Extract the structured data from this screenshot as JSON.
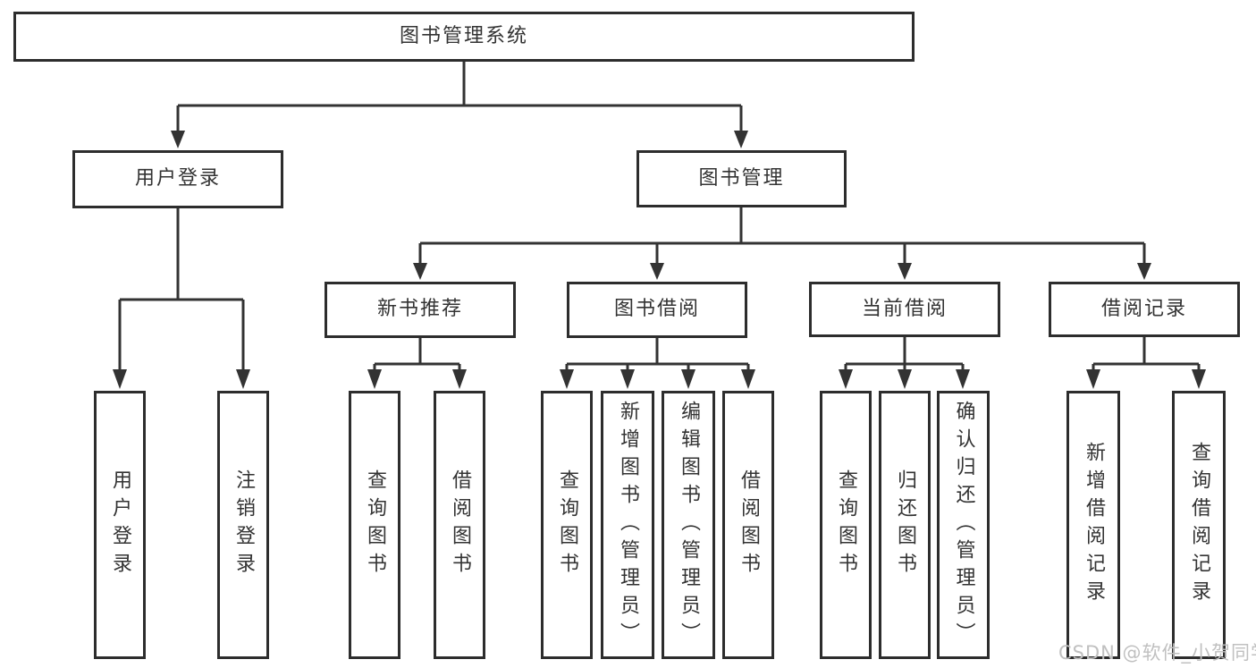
{
  "tree": {
    "root": "图书管理系统",
    "branches": [
      {
        "label": "用户登录",
        "leaves": [
          "用户登录",
          "注销登录"
        ]
      },
      {
        "label": "图书管理",
        "groups": [
          {
            "label": "新书推荐",
            "leaves": [
              "查询图书",
              "借阅图书"
            ]
          },
          {
            "label": "图书借阅",
            "leaves": [
              "查询图书",
              "新增图书（管理员）",
              "编辑图书（管理员）",
              "借阅图书"
            ]
          },
          {
            "label": "当前借阅",
            "leaves": [
              "查询图书",
              "归还图书",
              "确认归还（管理员）"
            ]
          },
          {
            "label": "借阅记录",
            "leaves": [
              "新增借阅记录",
              "查询借阅记录"
            ]
          }
        ]
      }
    ]
  },
  "watermark": {
    "text": "CSDN @软件_小贺同学"
  },
  "colors": {
    "line": "#333333",
    "border": "#2d2d2d",
    "text": "#333333",
    "background": "#ffffff",
    "watermark": "#c0c0c0"
  }
}
